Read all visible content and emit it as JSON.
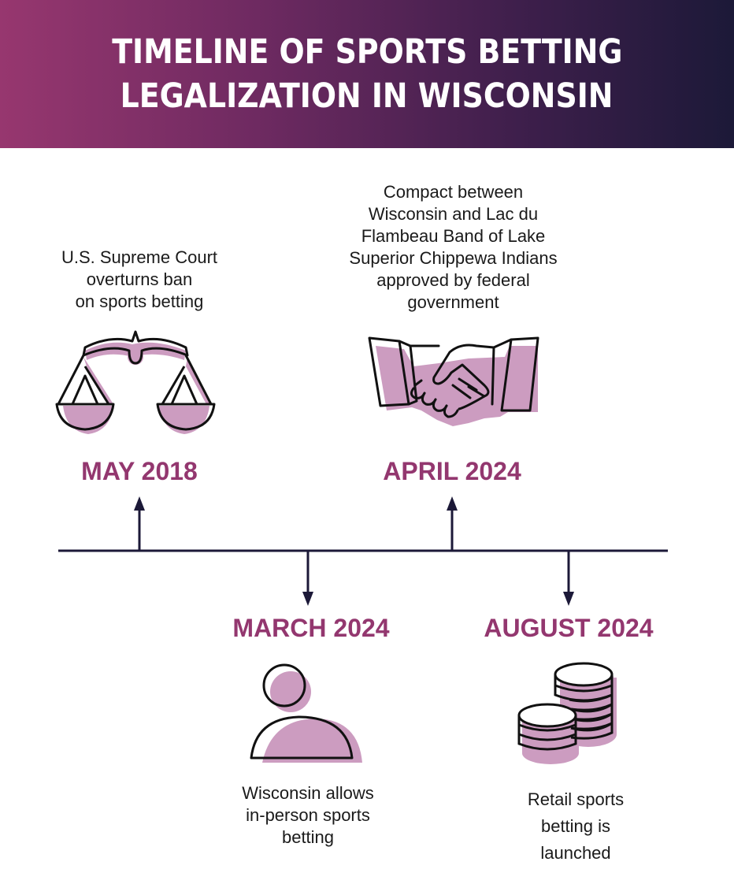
{
  "header": {
    "title_line1": "TIMELINE OF SPORTS BETTING",
    "title_line2": "LEGALIZATION IN WISCONSIN"
  },
  "colors": {
    "header_gradient_start": "#97376f",
    "header_gradient_end": "#1c1938",
    "date_color": "#93376f",
    "icon_fill": "#cc9cc0",
    "line_color": "#1c1938"
  },
  "events": [
    {
      "date": "MAY 2018",
      "description_lines": [
        "U.S. Supreme Court",
        "overturns ban",
        "on sports betting"
      ],
      "icon": "scales-of-justice-icon",
      "position": "above"
    },
    {
      "date": "MARCH 2024",
      "description_lines": [
        "Wisconsin allows",
        "in-person sports",
        "betting"
      ],
      "icon": "person-icon",
      "position": "below"
    },
    {
      "date": "APRIL 2024",
      "description_lines": [
        "Compact between",
        "Wisconsin and Lac du",
        "Flambeau Band of Lake",
        "Superior Chippewa Indians",
        "approved by federal",
        "government"
      ],
      "icon": "handshake-icon",
      "position": "above"
    },
    {
      "date": "AUGUST 2024",
      "description_lines": [
        "Retail sports",
        "betting is",
        "launched"
      ],
      "icon": "coin-stacks-icon",
      "position": "below"
    }
  ]
}
